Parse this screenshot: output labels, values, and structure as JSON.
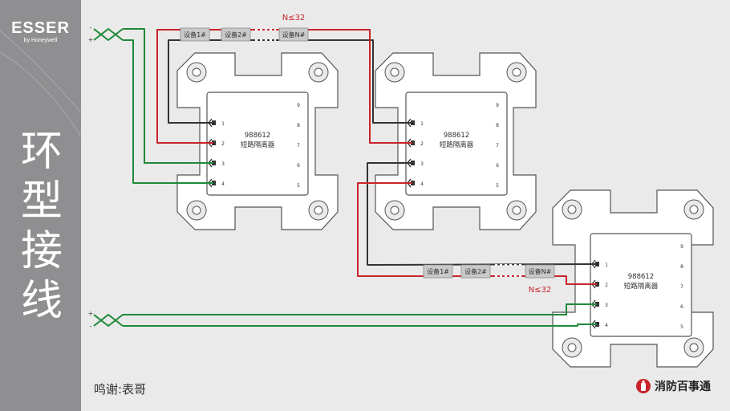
{
  "sidebar": {
    "brand": "ESSER",
    "brand_sub": "by Honeywell",
    "title_chars": [
      "环",
      "型",
      "接",
      "线"
    ]
  },
  "diagram": {
    "wire_colors": {
      "red": "#c8242a",
      "black": "#333333",
      "green": "#1f8a3a"
    },
    "polarity_top": [
      "-",
      "+"
    ],
    "polarity_bottom": [
      "+",
      "-"
    ],
    "device_labels": [
      "设备1#",
      "设备2#",
      "设备N#"
    ],
    "limit_label": "N≤32",
    "isolator": {
      "model": "988612",
      "name": "短路隔离器",
      "left_terminals": [
        "1",
        "2",
        "3",
        "4"
      ],
      "right_terminals": [
        "9",
        "8",
        "7",
        "6",
        "5"
      ]
    }
  },
  "footer": {
    "credit": "鸣谢:表哥",
    "publisher": "消防百事通"
  }
}
